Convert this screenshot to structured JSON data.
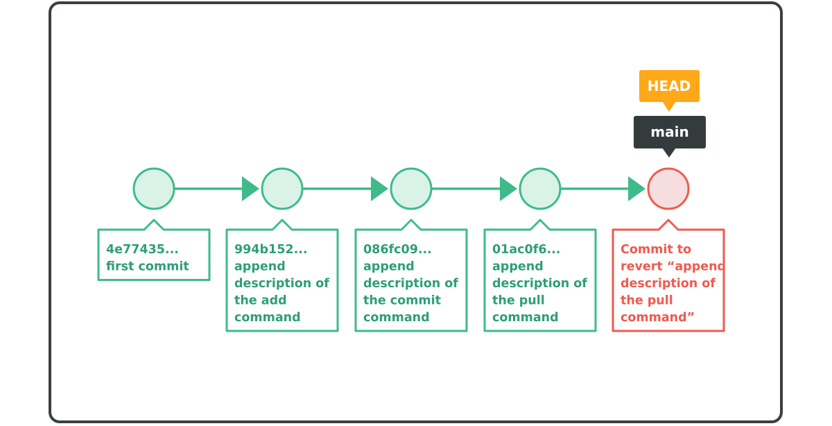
{
  "colors": {
    "frame": "#3a3f41",
    "commit_stroke": "#3dbb8a",
    "commit_fill": "#d9f3e8",
    "commit_text": "#2e9e78",
    "revert_stroke": "#ef5a4f",
    "revert_fill": "#f7dede",
    "revert_text": "#ef5a4f",
    "head_bg": "#ffa81a",
    "branch_bg": "#343b3d",
    "tag_text": "#ffffff"
  },
  "commits": [
    {
      "id": "c1",
      "lines": [
        "4e77435...",
        "first commit"
      ],
      "kind": "normal"
    },
    {
      "id": "c2",
      "lines": [
        "994b152...",
        "append",
        "description of",
        "the add",
        "command"
      ],
      "kind": "normal"
    },
    {
      "id": "c3",
      "lines": [
        "086fc09...",
        "append",
        "description of",
        "the commit",
        "command"
      ],
      "kind": "normal"
    },
    {
      "id": "c4",
      "lines": [
        "01ac0f6...",
        "append",
        "description of",
        "the pull",
        "command"
      ],
      "kind": "normal"
    },
    {
      "id": "c5",
      "lines": [
        "Commit to",
        "revert “append",
        "description of",
        "the pull",
        "command”"
      ],
      "kind": "revert"
    }
  ],
  "branch": {
    "label": "main"
  },
  "head": {
    "label": "HEAD"
  }
}
